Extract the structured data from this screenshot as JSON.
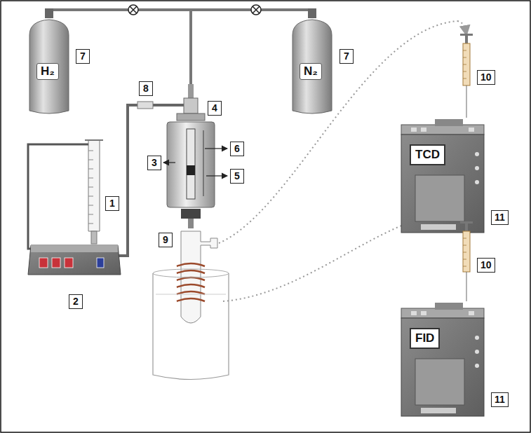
{
  "diagram": {
    "nodes": [
      {
        "text": [
          "H₂"
        ]
      },
      {
        "text": [
          "7"
        ]
      },
      {
        "text": [
          "N₂"
        ]
      },
      {
        "text": [
          "7"
        ]
      },
      {
        "text": [
          "10"
        ]
      },
      {
        "text": [
          "8"
        ]
      },
      {
        "text": [
          "4"
        ]
      },
      {
        "text": [
          "3"
        ]
      },
      {
        "text": [
          "6"
        ]
      },
      {
        "text": [
          "5"
        ]
      },
      {
        "text": [
          "TCD"
        ]
      },
      {
        "text": [
          "1"
        ]
      },
      {
        "text": [
          "11"
        ]
      },
      {
        "text": [
          "9"
        ]
      },
      {
        "text": [
          "10"
        ]
      },
      {
        "text": [
          "2"
        ]
      },
      {
        "text": [
          "FID"
        ]
      },
      {
        "text": [
          "11"
        ]
      }
    ]
  }
}
